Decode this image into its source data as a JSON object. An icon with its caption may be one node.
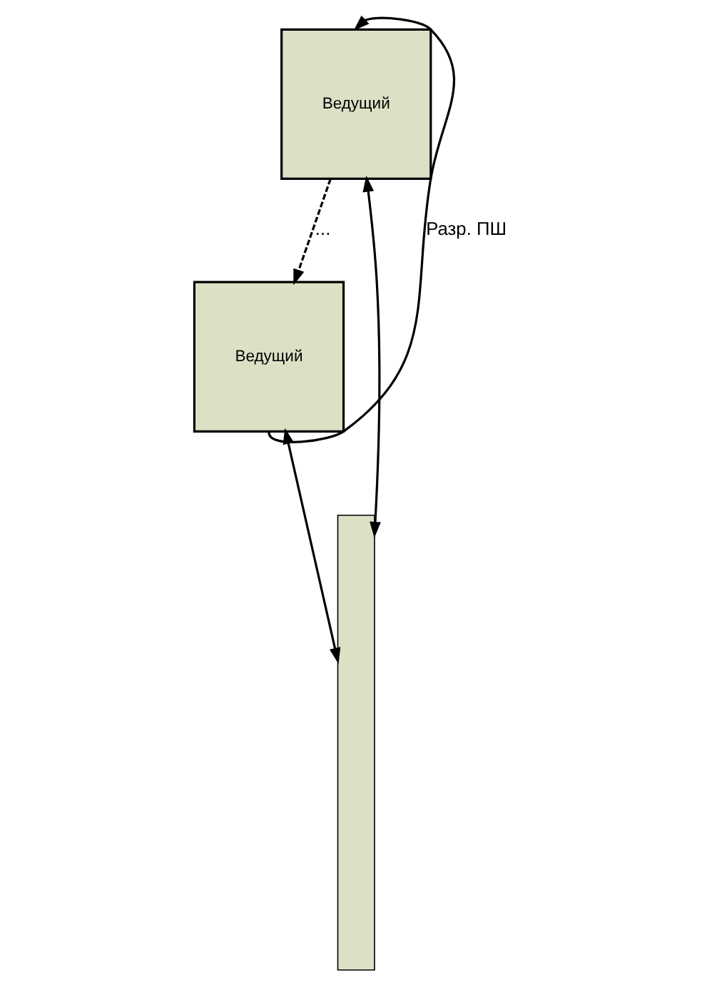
{
  "diagram": {
    "nodes": [
      {
        "text": [
          "Ведущий"
        ]
      },
      {
        "text": [
          "Ведущий"
        ]
      },
      {
        "text": [],
        "shape": "bar"
      }
    ],
    "edges": [
      {
        "from": 1,
        "to": 0,
        "arrow": "to",
        "label": "Разр. ПШ"
      },
      {
        "from": 0,
        "to": 1,
        "arrow": "to",
        "style": "dashed",
        "label": "..."
      },
      {
        "from": 0,
        "to": 2,
        "arrow": "both"
      },
      {
        "from": 1,
        "to": 2,
        "arrow": "both"
      }
    ]
  }
}
